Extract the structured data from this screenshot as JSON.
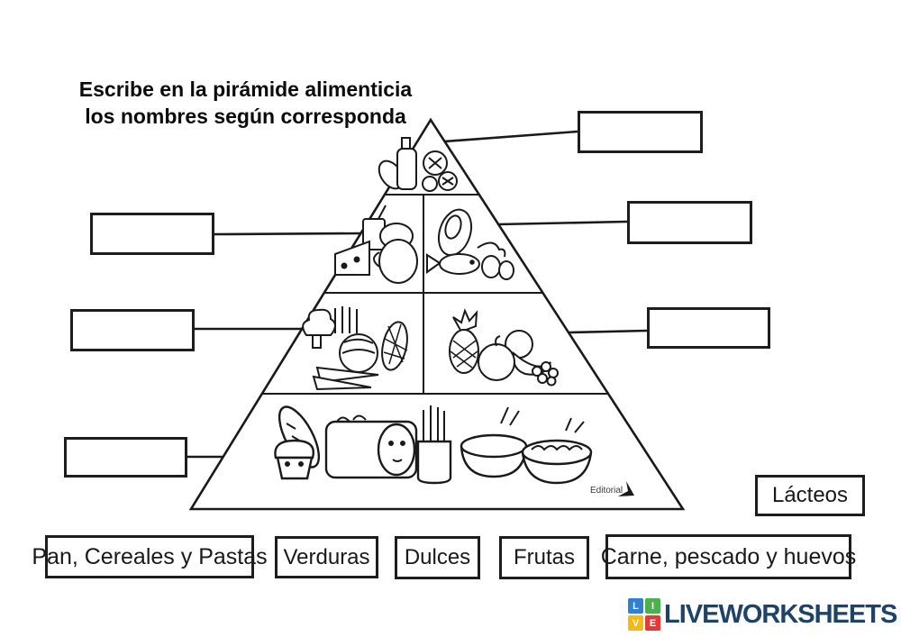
{
  "title": {
    "line1": "Escribe en la pirámide alimenticia",
    "line2": "los nombres según corresponda"
  },
  "pyramid": {
    "editorial": "Editorial"
  },
  "word_bank": {
    "items": [
      {
        "id": "lacteos",
        "label": "Lácteos"
      },
      {
        "id": "pan-cereales-pastas",
        "label": "Pan, Cereales y Pastas"
      },
      {
        "id": "verduras",
        "label": "Verduras"
      },
      {
        "id": "dulces",
        "label": "Dulces"
      },
      {
        "id": "frutas",
        "label": "Frutas"
      },
      {
        "id": "carne-pescado-huevos",
        "label": "Carne, pescado y huevos"
      }
    ]
  },
  "footer": {
    "brand": "LIVEWORKSHEETS",
    "icon_letters": [
      "L",
      "I",
      "V",
      "E"
    ],
    "colors": {
      "brand_text": "#1d4369",
      "tile_l": "#2f7fd3",
      "tile_i": "#4caf50",
      "tile_v": "#f5b913",
      "tile_e": "#e53935"
    }
  }
}
